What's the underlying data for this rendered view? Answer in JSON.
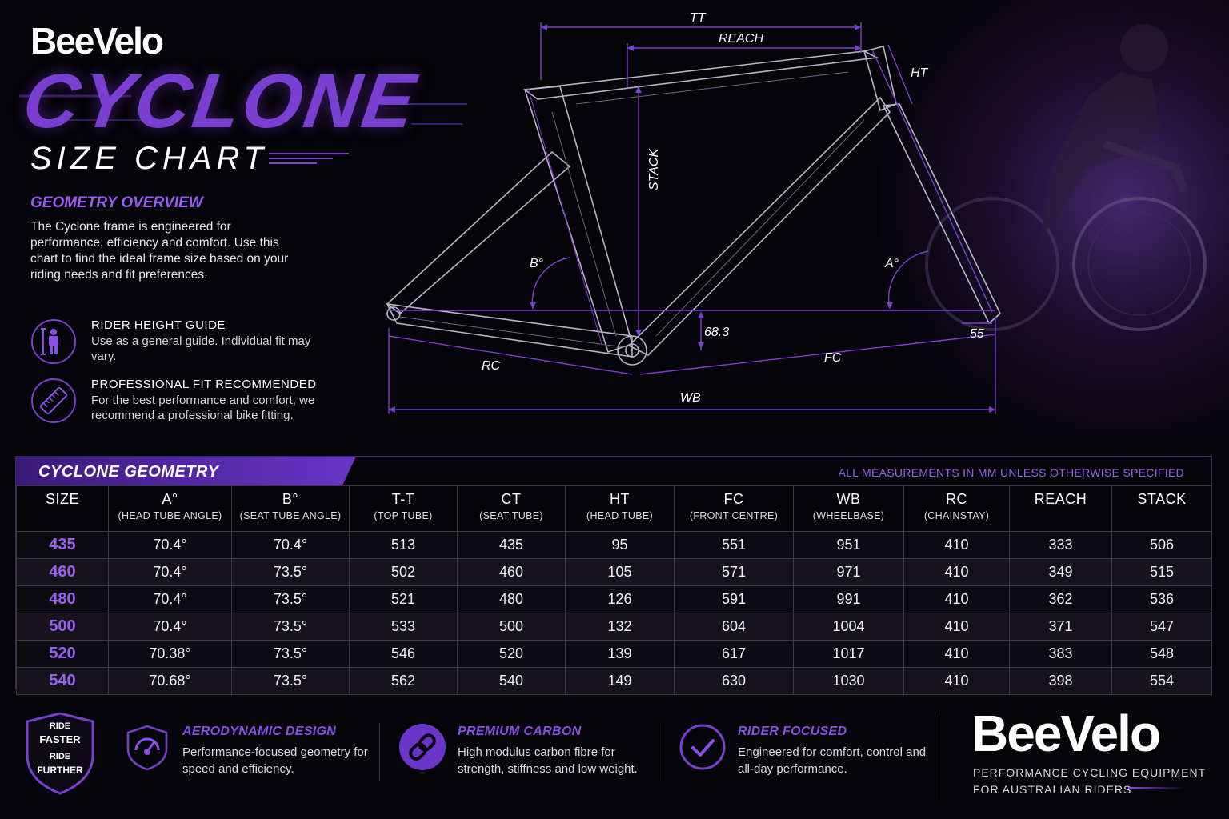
{
  "header": {
    "brand": "BeeVelo",
    "title": "CYCLONE",
    "subtitle": "SIZE CHART"
  },
  "overview": {
    "heading": "GEOMETRY OVERVIEW",
    "text": "The Cyclone frame is engineered for performance, efficiency and comfort. Use this chart to find the ideal frame size based on your riding needs and fit preferences."
  },
  "guides": [
    {
      "icon": "rider-height-icon",
      "title": "RIDER HEIGHT GUIDE",
      "text": "Use as a general guide. Individual fit may vary."
    },
    {
      "icon": "ruler-icon",
      "title": "PROFESSIONAL FIT RECOMMENDED",
      "text": "For the best performance and comfort, we recommend a professional bike fitting."
    }
  ],
  "diagram": {
    "labels": {
      "tt": "TT",
      "reach": "REACH",
      "ht": "HT",
      "stack": "STACK",
      "b_angle": "B°",
      "a_angle": "A°",
      "bb_drop": "68.3",
      "fork_offset": "55",
      "rc": "RC",
      "fc": "FC",
      "wb": "WB"
    }
  },
  "table": {
    "title": "CYCLONE GEOMETRY",
    "note": "ALL MEASUREMENTS IN MM UNLESS OTHERWISE SPECIFIED",
    "columns": [
      {
        "label": "SIZE",
        "sub": ""
      },
      {
        "label": "A°",
        "sub": "(HEAD TUBE ANGLE)"
      },
      {
        "label": "B°",
        "sub": "(SEAT TUBE ANGLE)"
      },
      {
        "label": "T-T",
        "sub": "(TOP TUBE)"
      },
      {
        "label": "CT",
        "sub": "(SEAT TUBE)"
      },
      {
        "label": "HT",
        "sub": "(HEAD TUBE)"
      },
      {
        "label": "FC",
        "sub": "(FRONT CENTRE)"
      },
      {
        "label": "WB",
        "sub": "(WHEELBASE)"
      },
      {
        "label": "RC",
        "sub": "(CHAINSTAY)"
      },
      {
        "label": "REACH",
        "sub": ""
      },
      {
        "label": "STACK",
        "sub": ""
      }
    ],
    "rows": [
      [
        "435",
        "70.4°",
        "70.4°",
        "513",
        "435",
        "95",
        "551",
        "951",
        "410",
        "333",
        "506"
      ],
      [
        "460",
        "70.4°",
        "73.5°",
        "502",
        "460",
        "105",
        "571",
        "971",
        "410",
        "349",
        "515"
      ],
      [
        "480",
        "70.4°",
        "73.5°",
        "521",
        "480",
        "126",
        "591",
        "991",
        "410",
        "362",
        "536"
      ],
      [
        "500",
        "70.4°",
        "73.5°",
        "533",
        "500",
        "132",
        "604",
        "1004",
        "410",
        "371",
        "547"
      ],
      [
        "520",
        "70.38°",
        "73.5°",
        "546",
        "520",
        "139",
        "617",
        "1017",
        "410",
        "383",
        "548"
      ],
      [
        "540",
        "70.68°",
        "73.5°",
        "562",
        "540",
        "149",
        "630",
        "1030",
        "410",
        "398",
        "554"
      ]
    ]
  },
  "footer": {
    "shield": {
      "line1": "RIDE",
      "line2": "FASTER",
      "line3": "RIDE",
      "line4": "FURTHER"
    },
    "features": [
      {
        "icon": "speedometer-shield-icon",
        "title": "AERODYNAMIC DESIGN",
        "text": "Performance-focused geometry for speed and efficiency."
      },
      {
        "icon": "chain-link-icon",
        "title": "PREMIUM CARBON",
        "text": "High modulus carbon fibre for strength, stiffness and low weight."
      },
      {
        "icon": "checkmark-circle-icon",
        "title": "RIDER FOCUSED",
        "text": "Engineered for comfort, control and all-day performance."
      }
    ],
    "brand": "BeeVelo",
    "tagline_1": "PERFORMANCE CYCLING EQUIPMENT",
    "tagline_2": "FOR AUSTRALIAN RIDERS"
  },
  "colors": {
    "accent": "#8a4fe6",
    "accent_dark": "#3a1a78",
    "background": "#050408"
  }
}
